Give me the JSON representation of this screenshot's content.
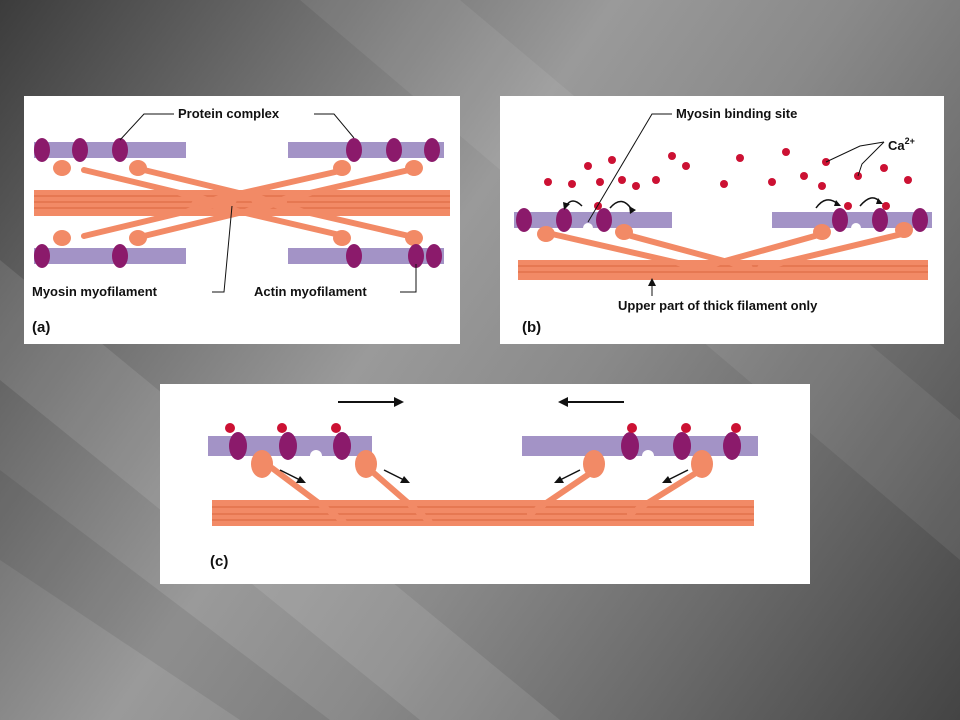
{
  "panel_a": {
    "tag": "(a)",
    "labels": {
      "protein_complex": "Protein complex",
      "myosin_myofilament": "Myosin myofilament",
      "actin_myofilament": "Actin myofilament"
    }
  },
  "panel_b": {
    "tag": "(b)",
    "labels": {
      "myosin_binding_site": "Myosin binding site",
      "calcium": "Ca",
      "calcium_charge": "2+",
      "thick_filament_note": "Upper part of thick filament only"
    }
  },
  "panel_c": {
    "tag": "(c)"
  },
  "colors": {
    "actin": "#a393c6",
    "myosin": "#f28a66",
    "protein_complex": "#8b1a6b",
    "calcium": "#cc1133",
    "outline": "#d9653f"
  }
}
